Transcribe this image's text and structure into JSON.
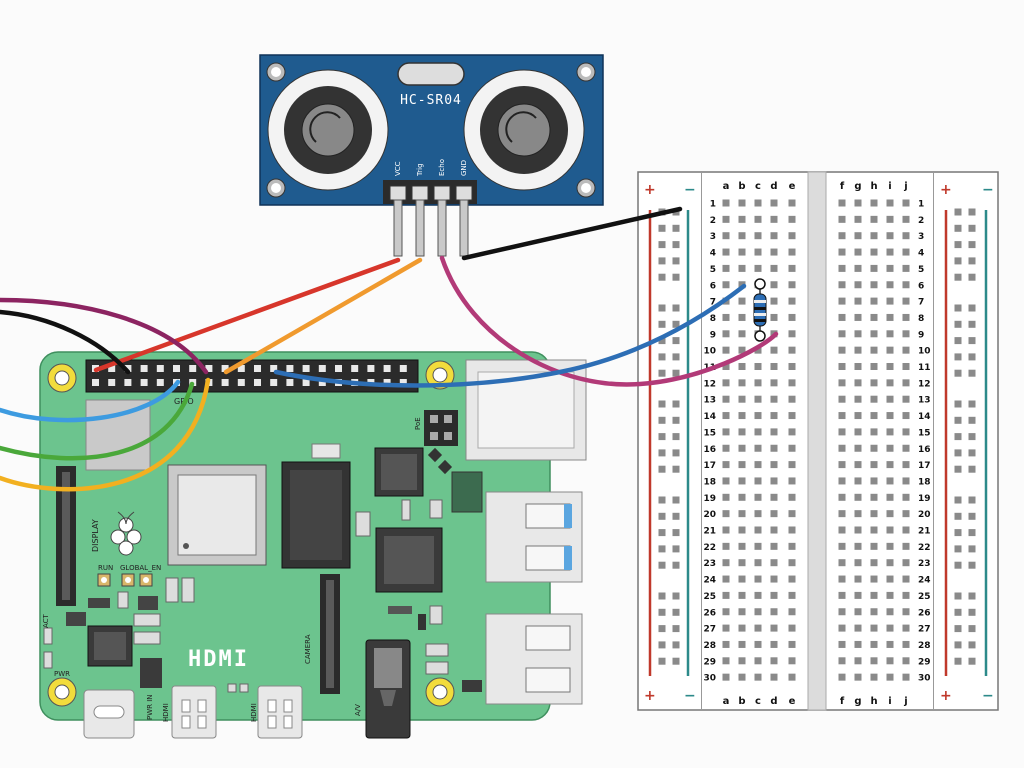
{
  "sensor": {
    "model_label": "HC-SR04",
    "pin_labels": [
      "VCC",
      "Trig",
      "Echo",
      "GND"
    ]
  },
  "pi": {
    "gpio_label": "GPIO",
    "poe_label": "PoE",
    "display_label": "DISPLAY",
    "run_label": "RUN",
    "global_en_label": "GLOBAL_EN",
    "camera_label": "CAMERA",
    "hdmi_logo": "HDMI",
    "act_label": "ACT",
    "pwr_label": "PWR",
    "pwr_in_label": "PWR IN",
    "hdmi0_label": "HDMI",
    "hdmi1_label": "HDMI",
    "av_label": "A/V"
  },
  "breadboard": {
    "rows": [
      "1",
      "2",
      "3",
      "4",
      "5",
      "6",
      "7",
      "8",
      "9",
      "10",
      "11",
      "12",
      "13",
      "14",
      "15",
      "16",
      "17",
      "18",
      "19",
      "20",
      "21",
      "22",
      "23",
      "24",
      "25",
      "26",
      "27",
      "28",
      "29",
      "30"
    ],
    "left_columns": [
      "a",
      "b",
      "c",
      "d",
      "e"
    ],
    "right_columns": [
      "f",
      "g",
      "h",
      "i",
      "j"
    ],
    "plus_sign": "+",
    "minus_sign": "−"
  },
  "colors": {
    "pi_board": "#6cc48e",
    "sensor_board": "#1f5b8f",
    "wire_red": "#d7362b",
    "wire_orange": "#f09a2e",
    "wire_magenta": "#b23a78",
    "wire_black": "#111111",
    "wire_blue": "#2d6eb5",
    "wire_lightblue": "#3d9be0",
    "wire_green": "#4aa83a",
    "wire_yellow": "#f2b020",
    "wire_purple": "#8c2461"
  }
}
